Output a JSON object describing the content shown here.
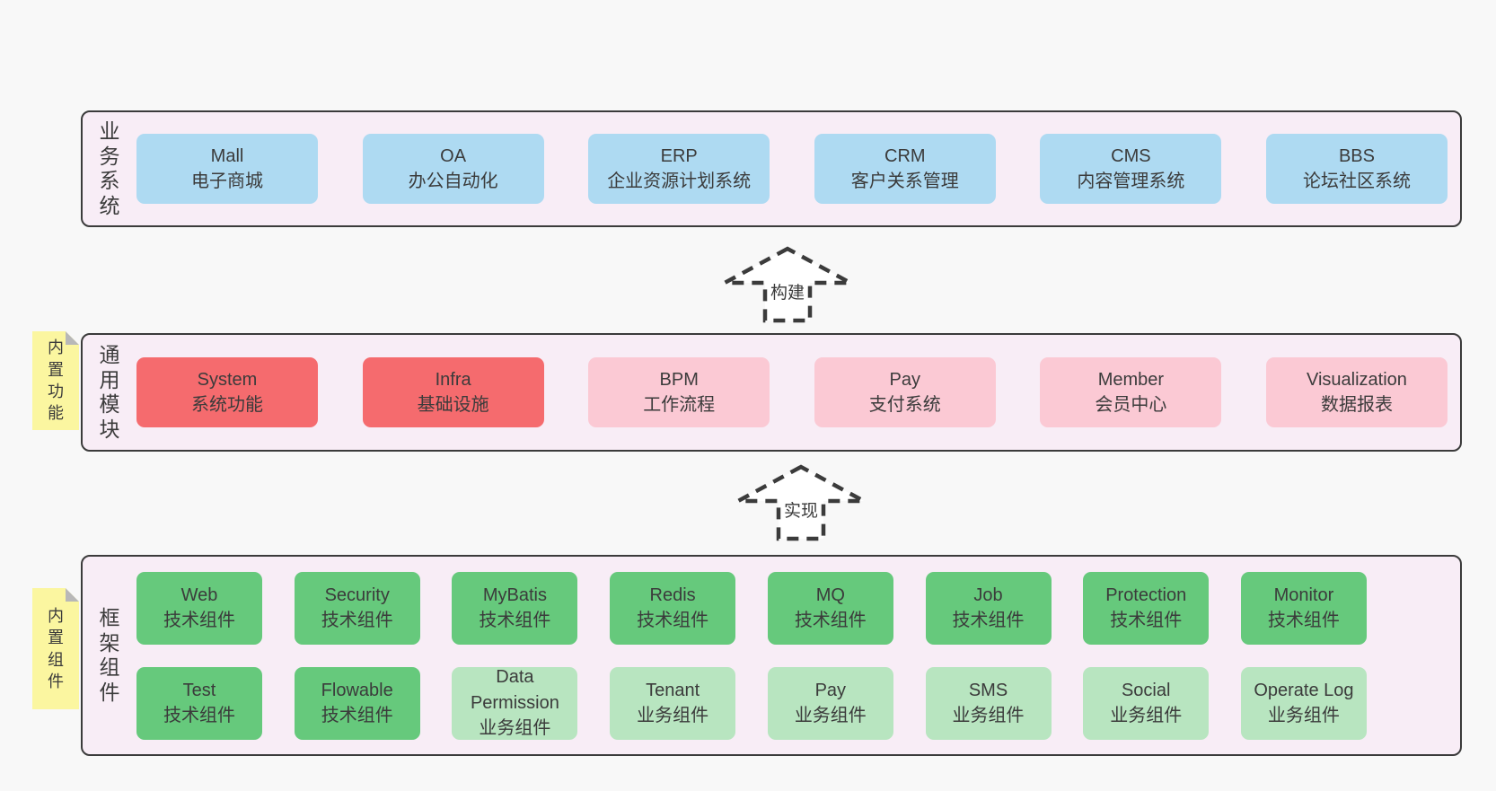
{
  "colors": {
    "page_bg": "#f8f8f8",
    "panel_bg": "#f8edf6",
    "panel_border": "#3b3b3b",
    "box_blue": "#aedaf2",
    "box_red": "#f56b6e",
    "box_pink": "#fbc9d4",
    "box_green": "#66c97c",
    "box_lightgreen": "#b8e5c0",
    "sticky_yellow": "#fbf6a0",
    "sticky_fold": "#b8b8b8",
    "text": "#3b3b3b",
    "arrow_fill": "#ffffff"
  },
  "arrows": [
    {
      "label": "构建"
    },
    {
      "label": "实现"
    }
  ],
  "sections": [
    {
      "label": "业务系统",
      "boxes": [
        {
          "en": "Mall",
          "zh": "电子商城",
          "variant": "blue"
        },
        {
          "en": "OA",
          "zh": "办公自动化",
          "variant": "blue"
        },
        {
          "en": "ERP",
          "zh": "企业资源计划系统",
          "variant": "blue"
        },
        {
          "en": "CRM",
          "zh": "客户关系管理",
          "variant": "blue"
        },
        {
          "en": "CMS",
          "zh": "内容管理系统",
          "variant": "blue"
        },
        {
          "en": "BBS",
          "zh": "论坛社区系统",
          "variant": "blue"
        }
      ]
    },
    {
      "label": "通用模块",
      "sticky": "内置功能",
      "boxes": [
        {
          "en": "System",
          "zh": "系统功能",
          "variant": "red"
        },
        {
          "en": "Infra",
          "zh": "基础设施",
          "variant": "red"
        },
        {
          "en": "BPM",
          "zh": "工作流程",
          "variant": "pink"
        },
        {
          "en": "Pay",
          "zh": "支付系统",
          "variant": "pink"
        },
        {
          "en": "Member",
          "zh": "会员中心",
          "variant": "pink"
        },
        {
          "en": "Visualization",
          "zh": "数据报表",
          "variant": "pink"
        }
      ]
    },
    {
      "label": "框架组件",
      "sticky": "内置组件",
      "boxes": [
        {
          "en": "Web",
          "zh": "技术组件",
          "variant": "green"
        },
        {
          "en": "Security",
          "zh": "技术组件",
          "variant": "green"
        },
        {
          "en": "MyBatis",
          "zh": "技术组件",
          "variant": "green"
        },
        {
          "en": "Redis",
          "zh": "技术组件",
          "variant": "green"
        },
        {
          "en": "MQ",
          "zh": "技术组件",
          "variant": "green"
        },
        {
          "en": "Job",
          "zh": "技术组件",
          "variant": "green"
        },
        {
          "en": "Protection",
          "zh": "技术组件",
          "variant": "green"
        },
        {
          "en": "Monitor",
          "zh": "技术组件",
          "variant": "green"
        },
        {
          "en": "Test",
          "zh": "技术组件",
          "variant": "green"
        },
        {
          "en": "Flowable",
          "zh": "技术组件",
          "variant": "green"
        },
        {
          "en": "Data Permission",
          "zh": "业务组件",
          "variant": "lightgreen"
        },
        {
          "en": "Tenant",
          "zh": "业务组件",
          "variant": "lightgreen"
        },
        {
          "en": "Pay",
          "zh": "业务组件",
          "variant": "lightgreen"
        },
        {
          "en": "SMS",
          "zh": "业务组件",
          "variant": "lightgreen"
        },
        {
          "en": "Social",
          "zh": "业务组件",
          "variant": "lightgreen"
        },
        {
          "en": "Operate Log",
          "zh": "业务组件",
          "variant": "lightgreen"
        }
      ]
    }
  ]
}
